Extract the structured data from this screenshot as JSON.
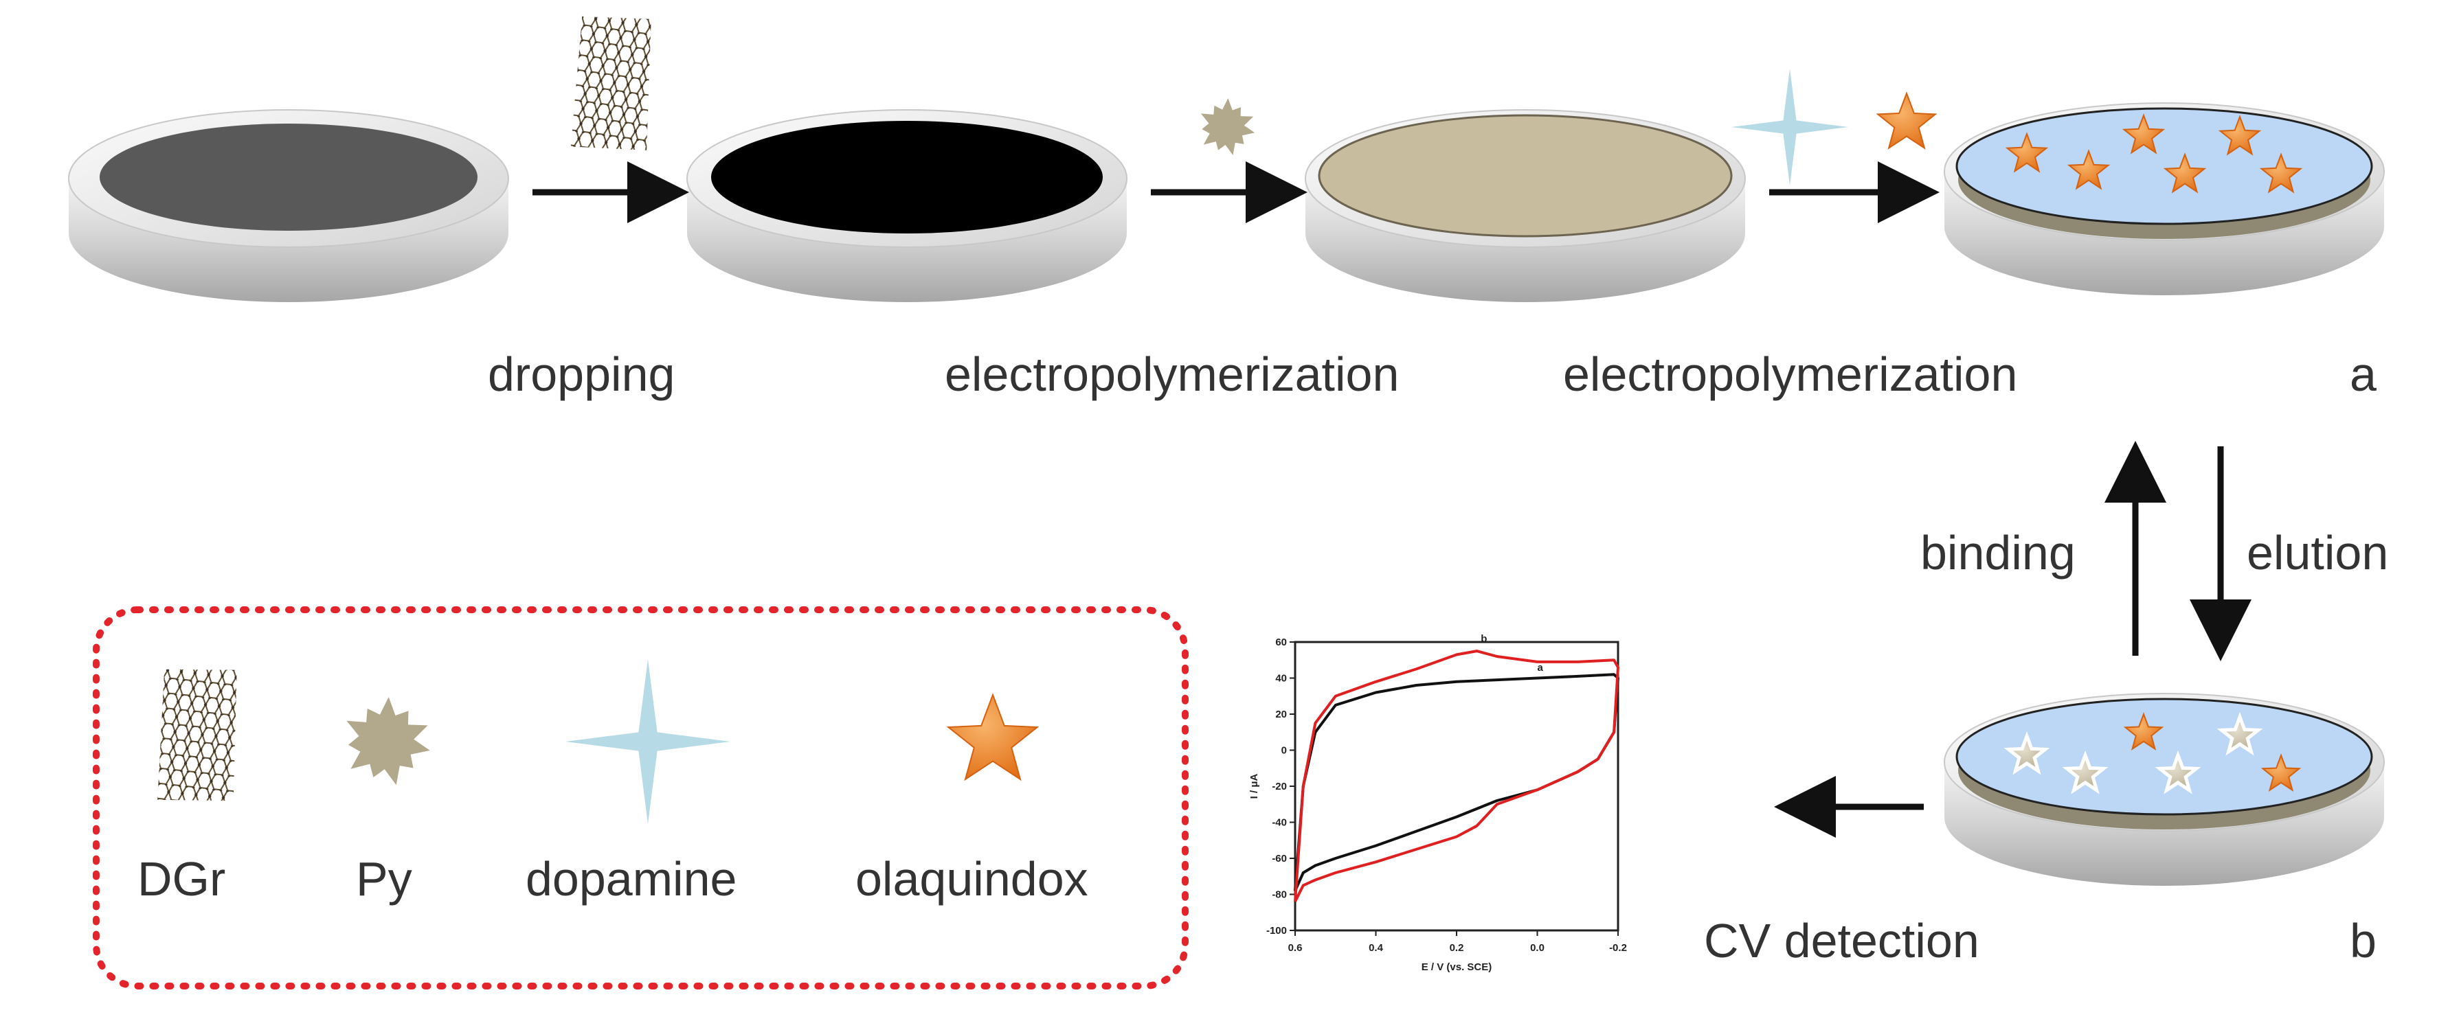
{
  "steps": {
    "dropping": "dropping",
    "electropolymerization_1": "electropolymerization",
    "electropolymerization_2": "electropolymerization",
    "a": "a",
    "b": "b",
    "binding": "binding",
    "elution": "elution",
    "cv_detection": "CV  detection"
  },
  "legend": {
    "dgr": "DGr",
    "py": "Py",
    "dopamine": "dopamine",
    "olaquindox": "olaquindox"
  },
  "colors": {
    "electrode_rim": "#d9d9d9",
    "bare_surface": "#595959",
    "dgr_surface": "#000000",
    "ppy_surface": "#c7bd9e",
    "mip_film": "#bcd7f5",
    "olaquindox": "#f28b2e",
    "dopamine": "#b6dbe6",
    "py": "#b2a88c",
    "legend_border": "#e3242b",
    "cv_a": "#111111",
    "cv_b": "#e02020"
  },
  "icons": [
    "graphene-sheet-icon",
    "pyrrole-burst-icon",
    "dopamine-star-icon",
    "olaquindox-star-icon"
  ],
  "chart_data": {
    "type": "line",
    "xlabel": "E / V (vs. SCE)",
    "ylabel": "I / μA",
    "xticks": [
      "0.6",
      "0.4",
      "0.2",
      "0.0",
      "-0.2"
    ],
    "yticks": [
      "60",
      "40",
      "20",
      "0",
      "-20",
      "-40",
      "-60",
      "-80",
      "-100"
    ],
    "xlim": [
      0.6,
      -0.2
    ],
    "ylim": [
      -100,
      60
    ],
    "series": [
      {
        "name": "a",
        "x": [
          0.6,
          0.58,
          0.55,
          0.5,
          0.4,
          0.3,
          0.2,
          0.1,
          0.0,
          -0.1,
          -0.19,
          -0.2,
          -0.19,
          -0.15,
          -0.1,
          0.0,
          0.1,
          0.2,
          0.3,
          0.4,
          0.5,
          0.55,
          0.58,
          0.6
        ],
        "y": [
          -78,
          -20,
          10,
          25,
          32,
          36,
          38,
          39,
          40,
          41,
          42,
          40,
          10,
          -5,
          -12,
          -22,
          -28,
          -37,
          -45,
          -53,
          -60,
          -64,
          -68,
          -78
        ]
      },
      {
        "name": "b",
        "x": [
          0.6,
          0.58,
          0.55,
          0.5,
          0.4,
          0.3,
          0.2,
          0.15,
          0.1,
          0.0,
          -0.1,
          -0.19,
          -0.2,
          -0.19,
          -0.15,
          -0.1,
          0.0,
          0.1,
          0.15,
          0.2,
          0.3,
          0.4,
          0.5,
          0.55,
          0.58,
          0.6
        ],
        "y": [
          -84,
          -20,
          15,
          30,
          38,
          45,
          53,
          55,
          52,
          49,
          49,
          50,
          46,
          10,
          -5,
          -12,
          -22,
          -30,
          -42,
          -48,
          -55,
          -62,
          -68,
          -72,
          -75,
          -84
        ]
      }
    ]
  }
}
